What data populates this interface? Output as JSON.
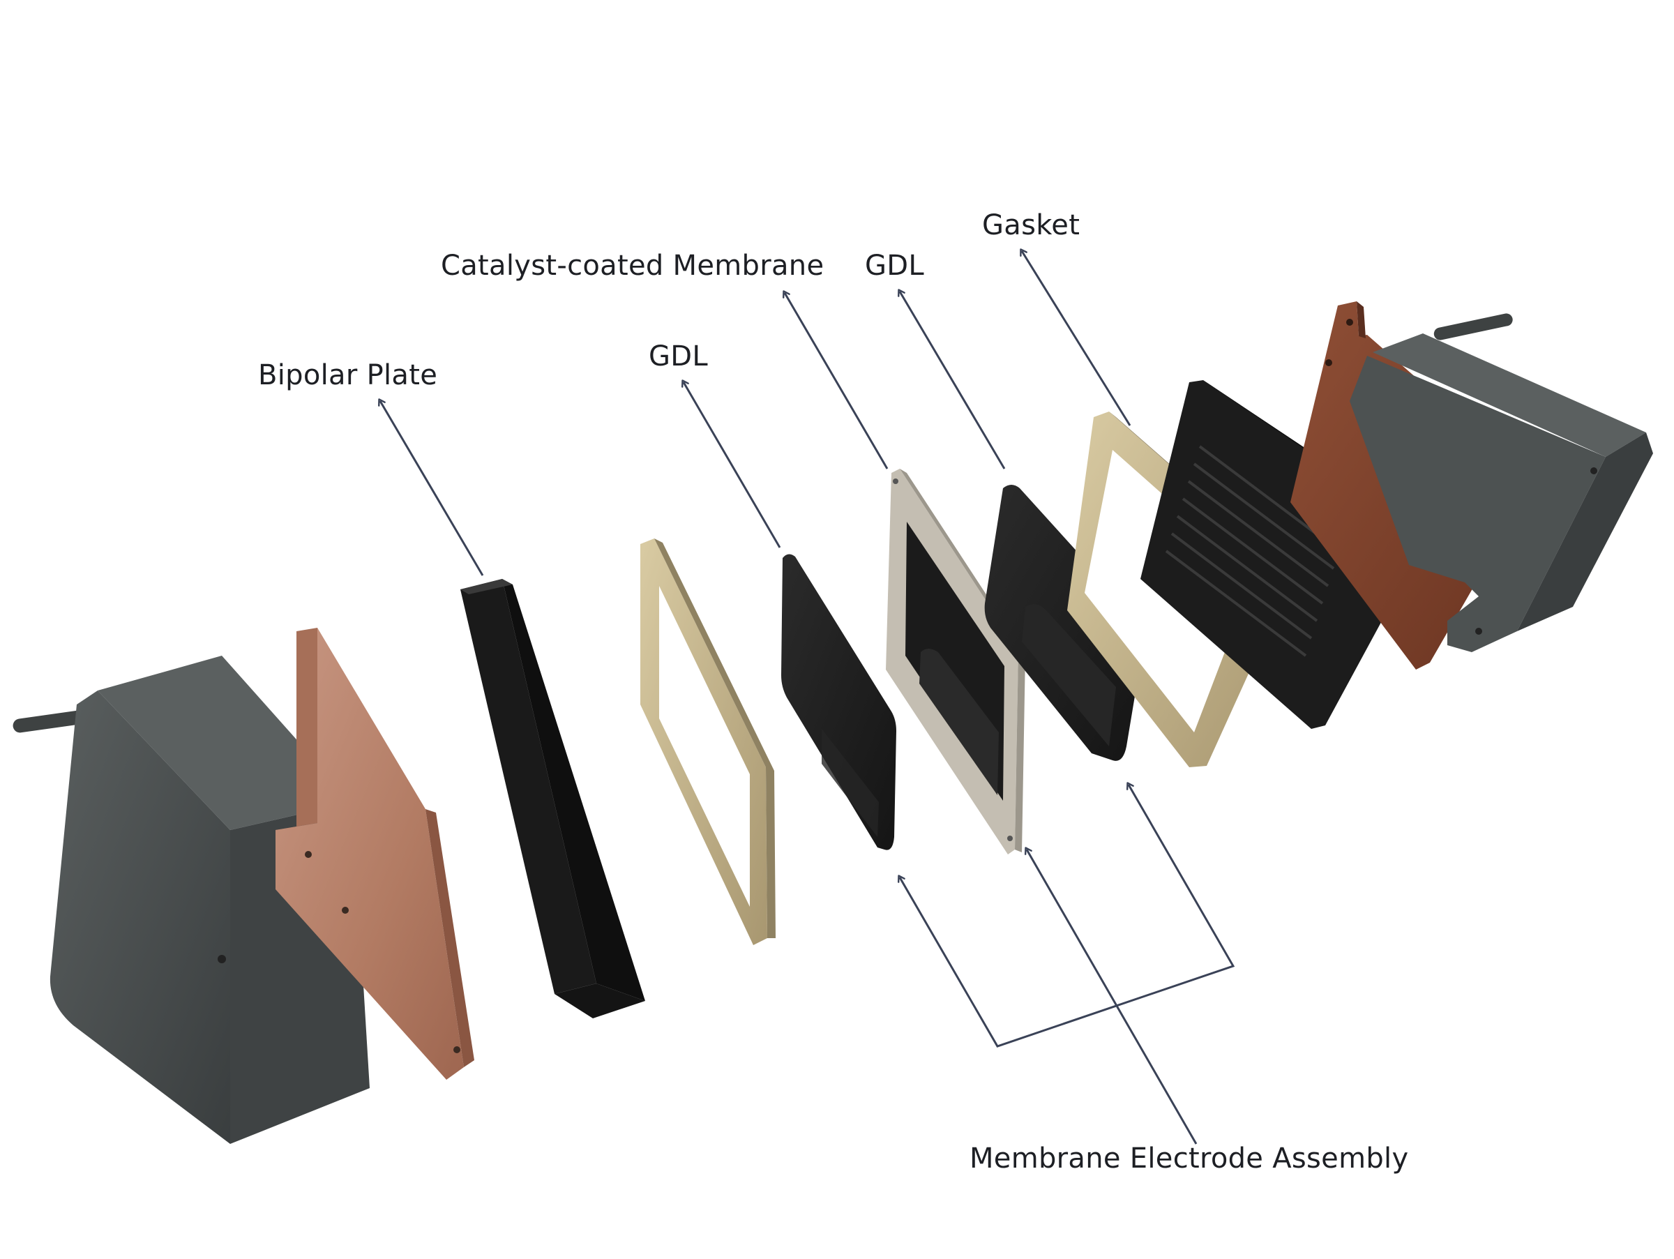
{
  "diagram": {
    "labels": {
      "bipolar_plate": "Bipolar Plate",
      "gdl_left": "GDL",
      "catalyst_coated_membrane": "Catalyst-coated Membrane",
      "gdl_right": "GDL",
      "gasket": "Gasket",
      "membrane_electrode_assembly": "Membrane Electrode Assembly"
    },
    "colors": {
      "arrow": "#3a4257",
      "end_plate": "#4b5050",
      "copper": "#b9836c",
      "plate_dark": "#1e1e1e",
      "gasket_gold": "#c7b88f",
      "membrane_frame": "#b7b1a5"
    }
  }
}
